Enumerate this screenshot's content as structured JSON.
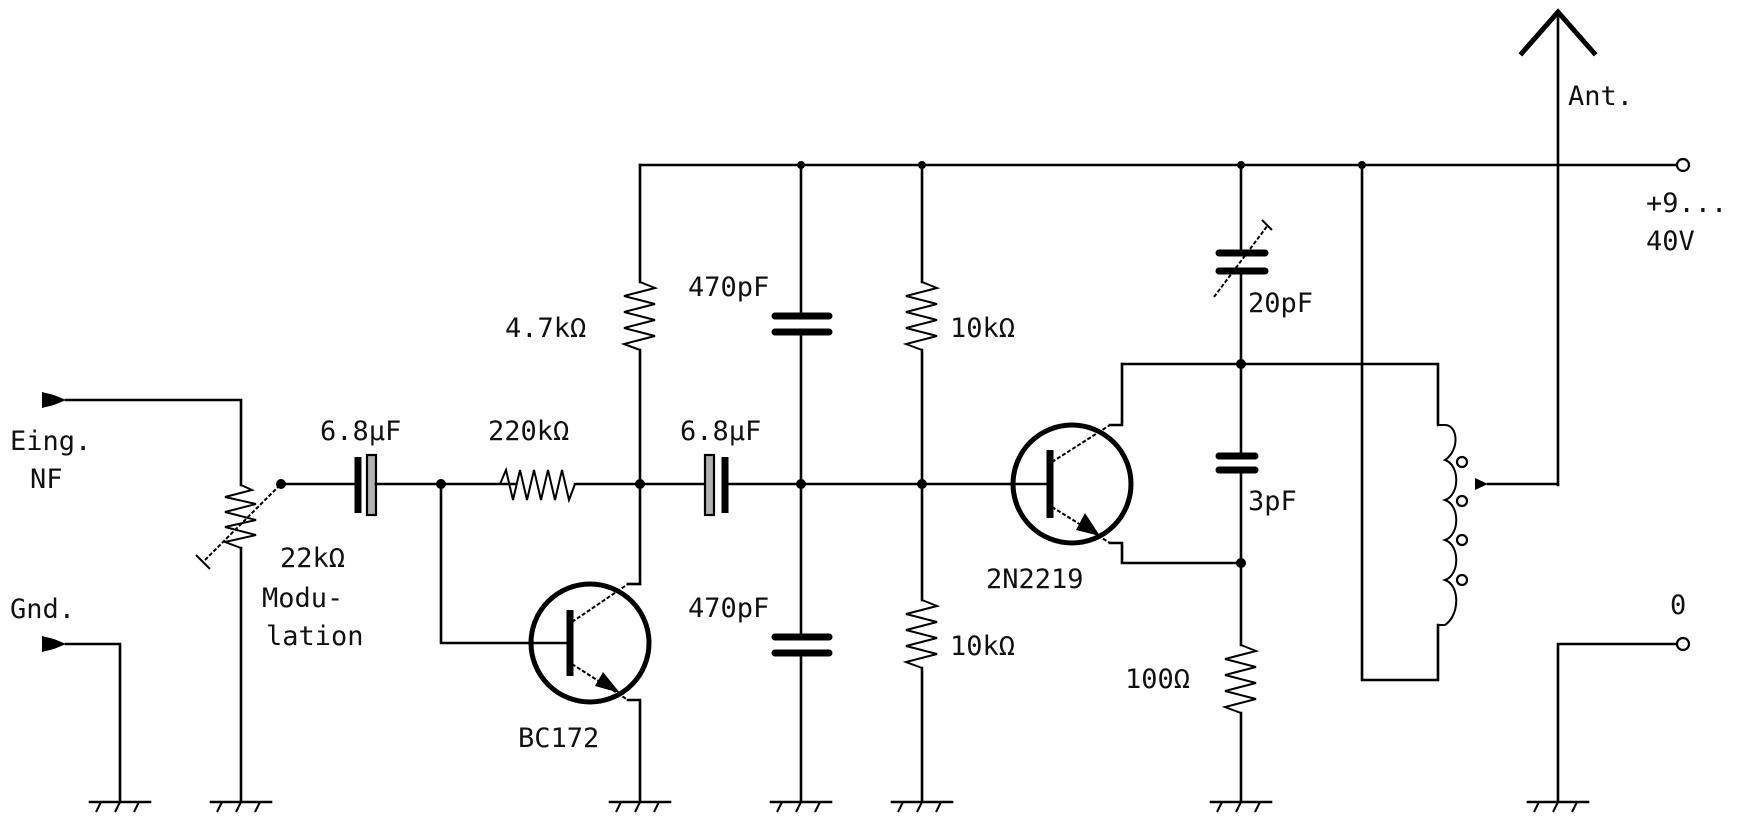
{
  "diagram": {
    "type": "circuit-schematic",
    "labels": {
      "input": "Eing.",
      "input2": "NF",
      "ground": "Gnd.",
      "pot_value": "22kΩ",
      "pot_name1": "Modu-",
      "pot_name2": "lation",
      "c_in": "6.8µF",
      "r_bias": "220kΩ",
      "r_collector": "4.7kΩ",
      "c_couple": "6.8µF",
      "c_top": "470pF",
      "c_bottom": "470pF",
      "r_top": "10kΩ",
      "r_bottom": "10kΩ",
      "t1": "BC172",
      "t2": "2N2219",
      "c_trim": "20pF",
      "c_fb": "3pF",
      "r_emitter": "100Ω",
      "antenna": "Ant.",
      "supply1": "+9...",
      "supply2": "40V",
      "zero": "0"
    },
    "components": [
      {
        "ref": "P1",
        "kind": "potentiometer",
        "value": "22kΩ",
        "name": "Modulation"
      },
      {
        "ref": "C1",
        "kind": "electrolytic-capacitor",
        "value": "6.8µF"
      },
      {
        "ref": "R1",
        "kind": "resistor",
        "value": "220kΩ"
      },
      {
        "ref": "R2",
        "kind": "resistor",
        "value": "4.7kΩ"
      },
      {
        "ref": "T1",
        "kind": "npn-transistor",
        "value": "BC172"
      },
      {
        "ref": "C2",
        "kind": "electrolytic-capacitor",
        "value": "6.8µF"
      },
      {
        "ref": "C3",
        "kind": "capacitor",
        "value": "470pF"
      },
      {
        "ref": "C4",
        "kind": "capacitor",
        "value": "470pF"
      },
      {
        "ref": "R3",
        "kind": "resistor",
        "value": "10kΩ"
      },
      {
        "ref": "R4",
        "kind": "resistor",
        "value": "10kΩ"
      },
      {
        "ref": "T2",
        "kind": "npn-transistor",
        "value": "2N2219"
      },
      {
        "ref": "C5",
        "kind": "trimmer-capacitor",
        "value": "20pF"
      },
      {
        "ref": "C6",
        "kind": "capacitor",
        "value": "3pF"
      },
      {
        "ref": "R5",
        "kind": "resistor",
        "value": "100Ω"
      },
      {
        "ref": "L1",
        "kind": "tapped-inductor",
        "value": ""
      }
    ],
    "colors": {
      "ink": "#000000",
      "background": "#ffffff",
      "plate_fill": "#b0b0b0"
    }
  }
}
